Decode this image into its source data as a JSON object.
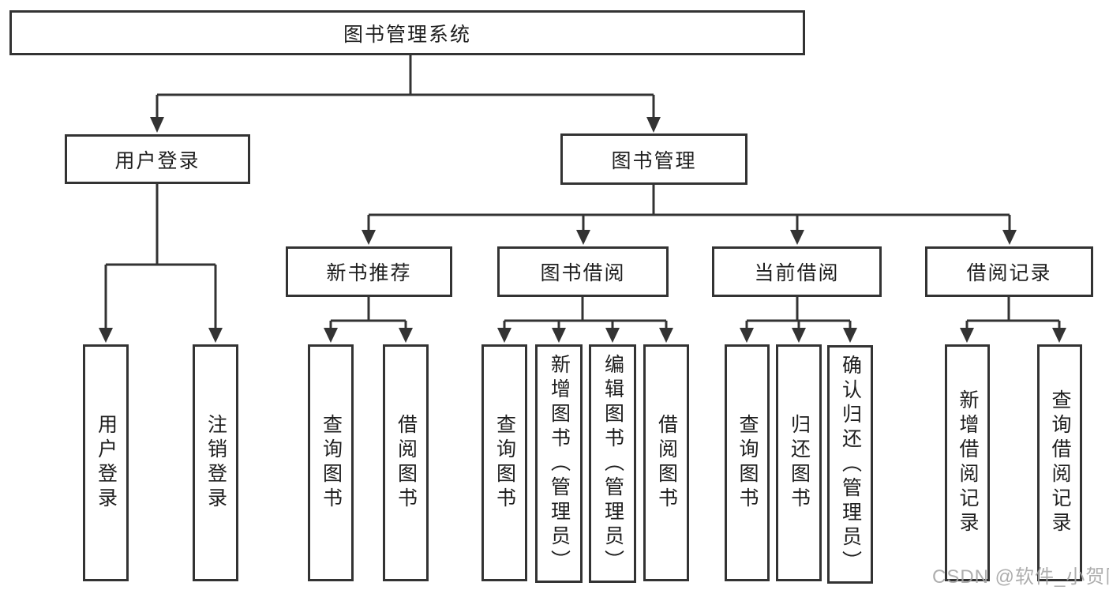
{
  "diagram": {
    "root": {
      "label": "图书管理系统"
    },
    "level2": [
      {
        "label": "用户登录"
      },
      {
        "label": "图书管理"
      }
    ],
    "level3": [
      {
        "label": "新书推荐"
      },
      {
        "label": "图书借阅"
      },
      {
        "label": "当前借阅"
      },
      {
        "label": "借阅记录"
      }
    ],
    "leaves": [
      {
        "label": "用户登录"
      },
      {
        "label": "注销登录"
      },
      {
        "label": "查询图书"
      },
      {
        "label": "借阅图书"
      },
      {
        "label": "查询图书"
      },
      {
        "label": "新增图书（管理员）"
      },
      {
        "label": "编辑图书（管理员）"
      },
      {
        "label": "借阅图书"
      },
      {
        "label": "查询图书"
      },
      {
        "label": "归还图书"
      },
      {
        "label": "确认归还（管理员）"
      },
      {
        "label": "新增借阅记录"
      },
      {
        "label": "查询借阅记录"
      }
    ],
    "watermark": "CSDN @软件_小贺同学",
    "colors": {
      "line": "#333333",
      "text": "#1e1e1e",
      "watermark": "#a5a5a5",
      "background": "#ffffff"
    }
  }
}
